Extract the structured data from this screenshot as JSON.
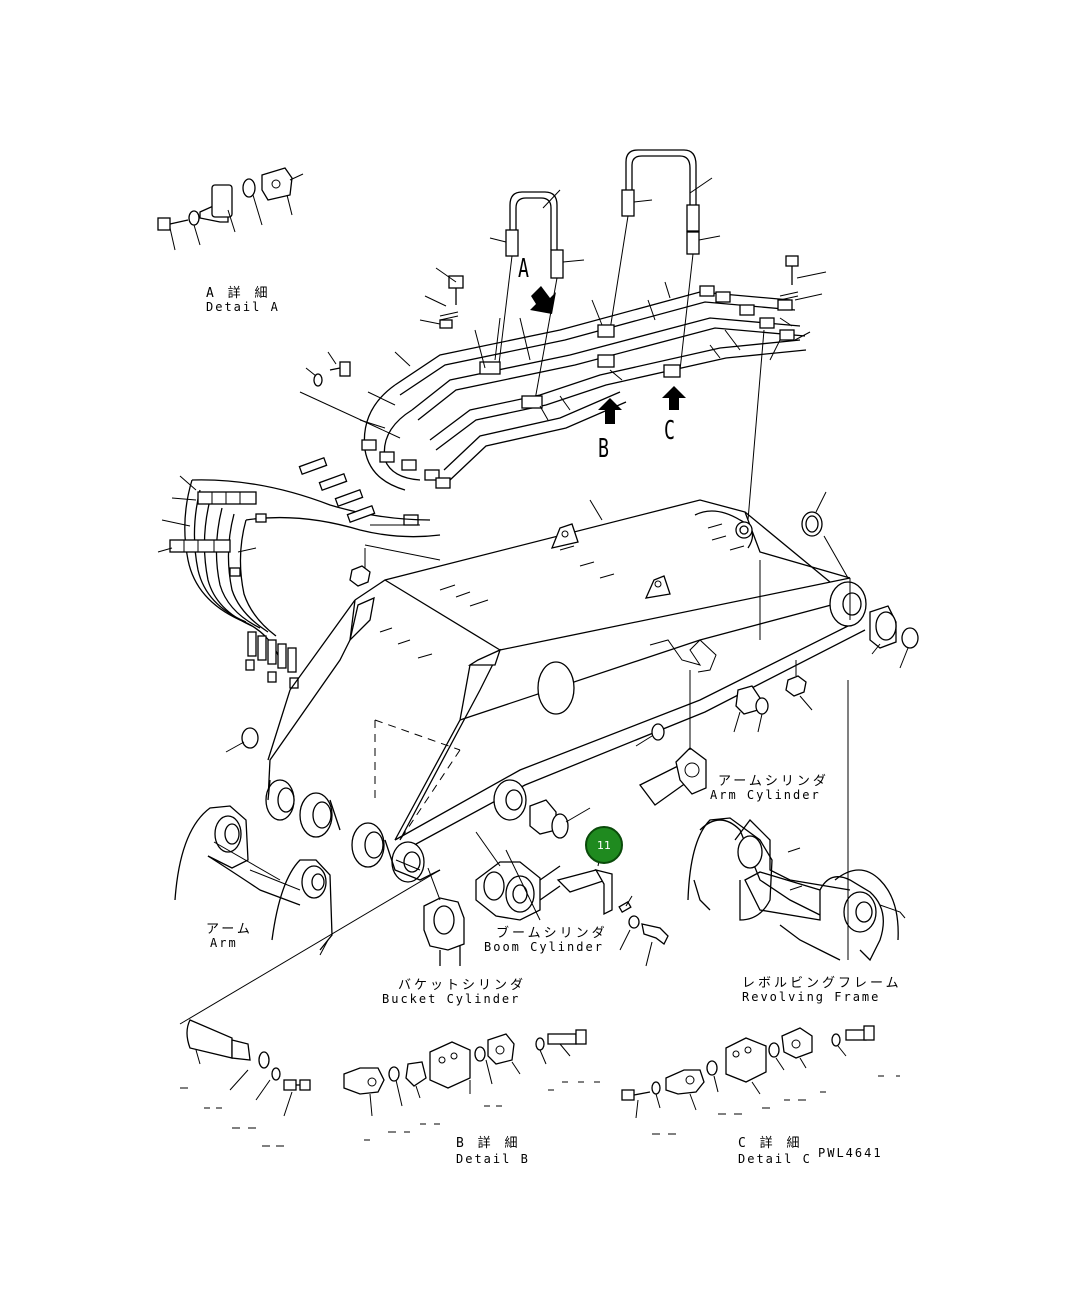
{
  "labels": {
    "detail_a_jp": "A 詳 細",
    "detail_a_en": "Detail A",
    "marker_a": "A",
    "marker_b": "B",
    "marker_c": "C",
    "arm_cylinder_jp": "アームシリンダ",
    "arm_cylinder_en": "Arm Cylinder",
    "arm_jp": "アーム",
    "arm_en": "Arm",
    "boom_cylinder_jp": "ブームシリンダ",
    "boom_cylinder_en": "Boom Cylinder",
    "bucket_cylinder_jp": "バケットシリンダ",
    "bucket_cylinder_en": "Bucket Cylinder",
    "revolving_frame_jp": "レボルビングフレーム",
    "revolving_frame_en": "Revolving Frame",
    "detail_b_jp": "B 詳 細",
    "detail_b_en": "Detail B",
    "detail_c_jp": "C 詳 細",
    "detail_c_en": "Detail C",
    "drawing_no": "PWL4641"
  },
  "callouts": [
    {
      "number": "11",
      "color": "#1f8a1f"
    }
  ]
}
